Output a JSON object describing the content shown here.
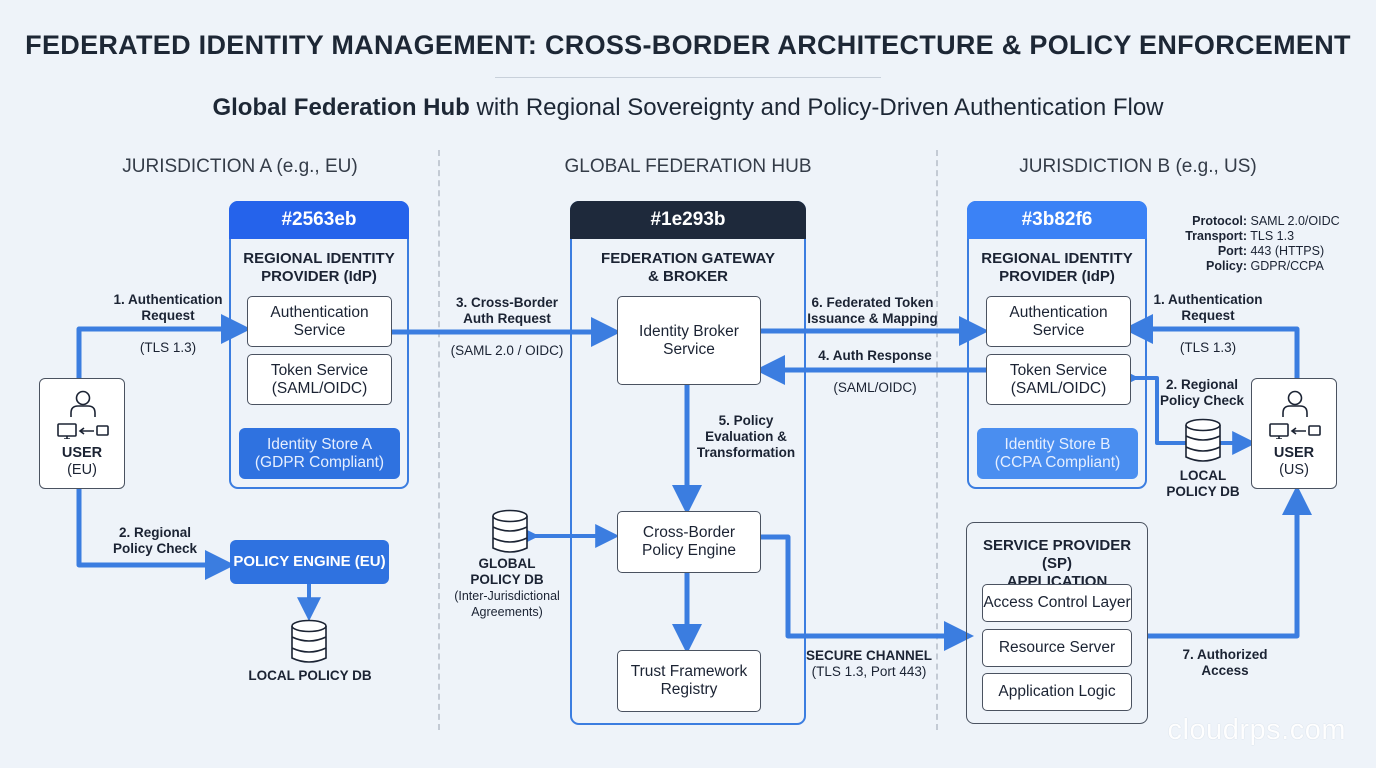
{
  "title": "FEDERATED IDENTITY MANAGEMENT: CROSS-BORDER ARCHITECTURE & POLICY ENFORCEMENT",
  "subtitle": {
    "bold": "Global Federation Hub",
    "rest": " with Regional Sovereignty and Policy-Driven Authentication Flow"
  },
  "columns": {
    "a": "JURISDICTION A (e.g., EU)",
    "hub": "GLOBAL FEDERATION HUB",
    "b": "JURISDICTION B (e.g., US)"
  },
  "idp_a": {
    "header": "#2563eb",
    "header_color": "#2563eb",
    "title_1": "REGIONAL IDENTITY",
    "title_2": "PROVIDER (IdP)",
    "auth_service_1": "Authentication",
    "auth_service_2": "Service",
    "token_service_1": "Token Service",
    "token_service_2": "(SAML/OIDC)",
    "store_1": "Identity Store A",
    "store_2": "(GDPR Compliant)"
  },
  "hub": {
    "header": "#1e293b",
    "header_color": "#1e293b",
    "title_1": "FEDERATION GATEWAY",
    "title_2": "& BROKER",
    "broker_1": "Identity Broker",
    "broker_2": "Service",
    "policy_engine_1": "Cross-Border",
    "policy_engine_2": "Policy Engine",
    "trust_1": "Trust Framework",
    "trust_2": "Registry"
  },
  "idp_b": {
    "header": "#3b82f6",
    "header_color": "#3b82f6",
    "title_1": "REGIONAL IDENTITY",
    "title_2": "PROVIDER (IdP)",
    "auth_service_1": "Authentication",
    "auth_service_2": "Service",
    "token_service_1": "Token Service",
    "token_service_2": "(SAML/OIDC)",
    "store_1": "Identity Store B",
    "store_2": "(CCPA Compliant)"
  },
  "sp": {
    "title_1": "SERVICE PROVIDER (SP)",
    "title_2": "APPLICATION",
    "layers": [
      "Access Control Layer",
      "Resource Server",
      "Application Logic"
    ]
  },
  "user_eu": {
    "line1": "USER",
    "line2": "(EU)"
  },
  "user_us": {
    "line1": "USER",
    "line2": "(US)"
  },
  "policy_engine_eu": "POLICY ENGINE (EU)",
  "local_policy_db_eu": "LOCAL POLICY DB",
  "local_policy_db_us": {
    "line1": "LOCAL",
    "line2": "POLICY DB"
  },
  "global_policy_db": {
    "line1": "GLOBAL",
    "line2": "POLICY DB",
    "line3": "(Inter-Jurisdictional",
    "line4": "Agreements)"
  },
  "protocol_info": {
    "protocol_key": "Protocol:",
    "protocol_val": "SAML 2.0/OIDC",
    "transport_key": "Transport:",
    "transport_val": "TLS 1.3",
    "port_key": "Port:",
    "port_val": "443 (HTTPS)",
    "policy_key": "Policy:",
    "policy_val": "GDPR/CCPA"
  },
  "flow_labels": {
    "auth_request_a_1": "1. Authentication",
    "auth_request_a_2": "Request",
    "tls_a": "(TLS 1.3)",
    "regional_check_a_1": "2. Regional",
    "regional_check_a_2": "Policy Check",
    "cross_border_1": "3. Cross-Border",
    "cross_border_2": "Auth Request",
    "cross_border_proto": "(SAML 2.0 / OIDC)",
    "auth_response": "4. Auth Response",
    "auth_response_proto": "(SAML/OIDC)",
    "policy_eval_1": "5. Policy",
    "policy_eval_2": "Evaluation &",
    "policy_eval_3": "Transformation",
    "token_issuance_1": "6. Federated Token",
    "token_issuance_2": "Issuance & Mapping",
    "auth_request_b_1": "1. Authentication",
    "auth_request_b_2": "Request",
    "tls_b": "(TLS 1.3)",
    "regional_check_b_1": "2. Regional",
    "regional_check_b_2": "Policy Check",
    "secure_channel_1": "SECURE CHANNEL",
    "secure_channel_2": "(TLS 1.3, Port 443)",
    "authorized_1": "7. Authorized",
    "authorized_2": "Access"
  },
  "watermark": "cloudrps.com",
  "colors": {
    "arrow": "#3b7de0",
    "accent": "#2f72e0",
    "dark": "#1e293b"
  }
}
